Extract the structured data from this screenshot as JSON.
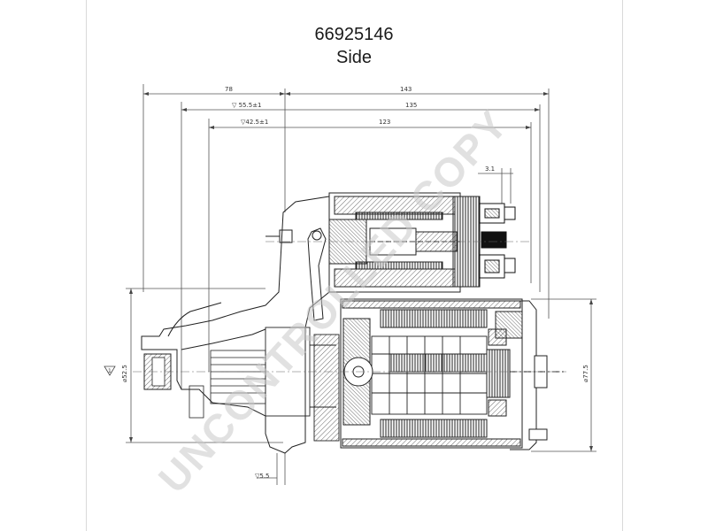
{
  "header": {
    "part_number": "66925146",
    "view_label": "Side"
  },
  "dimensions": {
    "overall_left": "78",
    "overall_right": "143",
    "flange_to_rear": "▽ 55.5±1",
    "flange_to_rear_value": "135",
    "pinion_to_rear": "▽42.5±1",
    "pinion_to_rear_value": "123",
    "terminal_offset": "3.1",
    "pilot_diameter": "⌀52.5",
    "tol_symbol": "1",
    "body_diameter": "⌀77.5",
    "flange_thickness": "▽5.5"
  },
  "watermark": "UNCONTROLLED COPY",
  "colors": {
    "line": "#2b2b2b",
    "dim": "#555555",
    "hatch": "#444444",
    "dark": "#111111"
  }
}
